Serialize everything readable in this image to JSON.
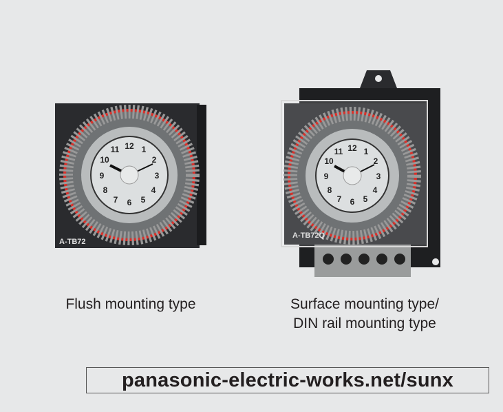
{
  "products": [
    {
      "caption_lines": [
        "Flush mounting type"
      ],
      "model_label": "A-TB72"
    },
    {
      "caption_lines": [
        "Surface mounting type/",
        "DIN rail mounting type"
      ],
      "model_label": "A-TB72Q"
    }
  ],
  "footer": {
    "url": "panasonic-electric-works.net/sunx"
  },
  "colors": {
    "background": "#e7e8e9",
    "housing": "#2a2b2e",
    "ring_red": "#d8312b",
    "dial": "#d9dcdc"
  }
}
